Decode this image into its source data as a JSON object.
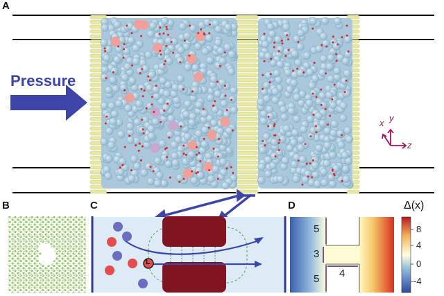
{
  "panels": {
    "a": {
      "letter": "A",
      "pressure_label": "Pressure"
    },
    "b": {
      "letter": "B"
    },
    "c": {
      "letter": "C",
      "ion_label": "L"
    },
    "d": {
      "letter": "D",
      "colorbar_title": "Δ(x)",
      "colorbar_ticks": [
        "8",
        "4",
        "0",
        "-4"
      ],
      "dims": {
        "upper": "5",
        "middle": "3",
        "lower": "5",
        "width": "4"
      }
    }
  },
  "axes": {
    "x": "x",
    "y": "y",
    "z": "z"
  },
  "colors": {
    "arrow": "#3d45a8",
    "water": "#a9c8dc",
    "salt_red": "#d82a2a",
    "membrane": "#e6e8a3",
    "graphene": "#9fce79",
    "wall": "#7e1520",
    "axis_purple": "#a1155e",
    "panel_c_bg": "#dcebf6"
  }
}
